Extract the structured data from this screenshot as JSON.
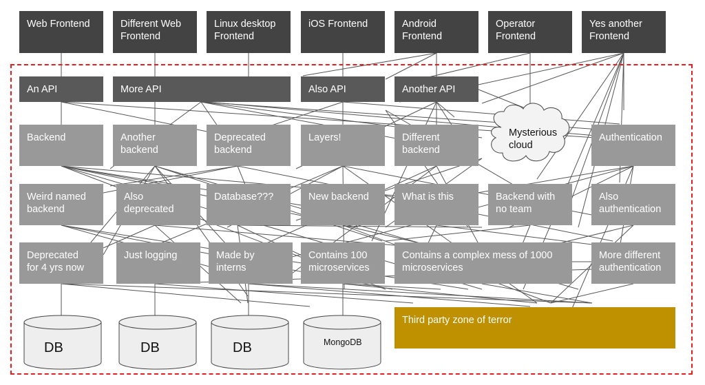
{
  "frontends": [
    {
      "id": "web",
      "label": "Web Frontend"
    },
    {
      "id": "diffweb",
      "label": "Different Web\nFrontend"
    },
    {
      "id": "linux",
      "label": "Linux desktop\nFrontend"
    },
    {
      "id": "ios",
      "label": "iOS Frontend"
    },
    {
      "id": "android",
      "label": "Android\nFrontend"
    },
    {
      "id": "operator",
      "label": "Operator\nFrontend"
    },
    {
      "id": "yes",
      "label": "Yes another\nFrontend"
    }
  ],
  "apis": [
    {
      "id": "api",
      "label": "An API"
    },
    {
      "id": "more",
      "label": "More API"
    },
    {
      "id": "also",
      "label": "Also API"
    },
    {
      "id": "another",
      "label": "Another API"
    }
  ],
  "services": [
    {
      "id": "backend",
      "label": "Backend"
    },
    {
      "id": "anotherbackend",
      "label": "Another\nbackend"
    },
    {
      "id": "deprecated",
      "label": "Deprecated\nbackend"
    },
    {
      "id": "layers",
      "label": "Layers!"
    },
    {
      "id": "diffbackend",
      "label": "Different\nbackend"
    },
    {
      "id": "auth",
      "label": "Authentication"
    },
    {
      "id": "weird",
      "label": "Weird named\nbackend"
    },
    {
      "id": "alsodep",
      "label": "Also\ndeprecated"
    },
    {
      "id": "database",
      "label": "Database???"
    },
    {
      "id": "newbackend",
      "label": "New backend"
    },
    {
      "id": "whatis",
      "label": "What is this"
    },
    {
      "id": "noteam",
      "label": "Backend with\nno team"
    },
    {
      "id": "alsoauth",
      "label": "Also\nauthentication"
    },
    {
      "id": "dep4",
      "label": "Deprecated\nfor 4 yrs now"
    },
    {
      "id": "logging",
      "label": "Just logging"
    },
    {
      "id": "interns",
      "label": "Made by\ninterns"
    },
    {
      "id": "micro100",
      "label": "Contains 100\nmicroservices"
    },
    {
      "id": "mess",
      "label": "Contains a complex mess of 1000\nmicroservices"
    },
    {
      "id": "moreauth",
      "label": "More different\nauthentication"
    }
  ],
  "cloud": {
    "label": "Mysterious\ncloud"
  },
  "third_party": {
    "label": "Third party zone of terror"
  },
  "databases": [
    {
      "id": "db1",
      "label": "DB"
    },
    {
      "id": "db2",
      "label": "DB"
    },
    {
      "id": "db3",
      "label": "DB"
    },
    {
      "id": "mongo",
      "label": "MongoDB"
    }
  ],
  "colors": {
    "frontend": "#434343",
    "api": "#595959",
    "service": "#999999",
    "third_party": "#bf9000",
    "boundary": "#e81e1e",
    "line": "#555555"
  }
}
